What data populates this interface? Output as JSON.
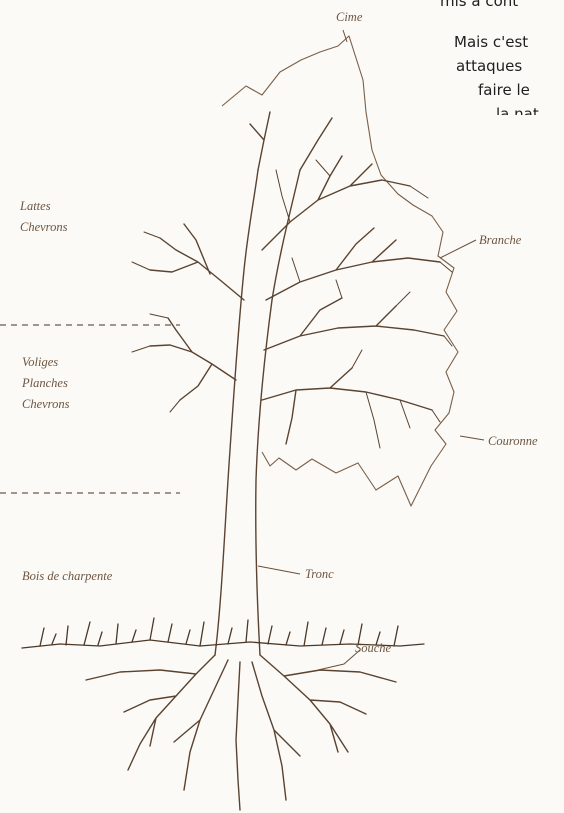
{
  "intro_text": {
    "lines": [
      "mis à cont",
      "Mais c'est",
      "attaques",
      "faire le",
      "la nat"
    ]
  },
  "tree_parts": {
    "cime": "Cime",
    "branche": "Branche",
    "couronne": "Couronne",
    "tronc": "Tronc",
    "souche": "Souche"
  },
  "wood_zones": {
    "top": [
      "Lattes",
      "Chevrons"
    ],
    "middle": [
      "Voliges",
      "Planches",
      "Chevrons"
    ],
    "bottom": [
      "Bois de charpente"
    ]
  }
}
